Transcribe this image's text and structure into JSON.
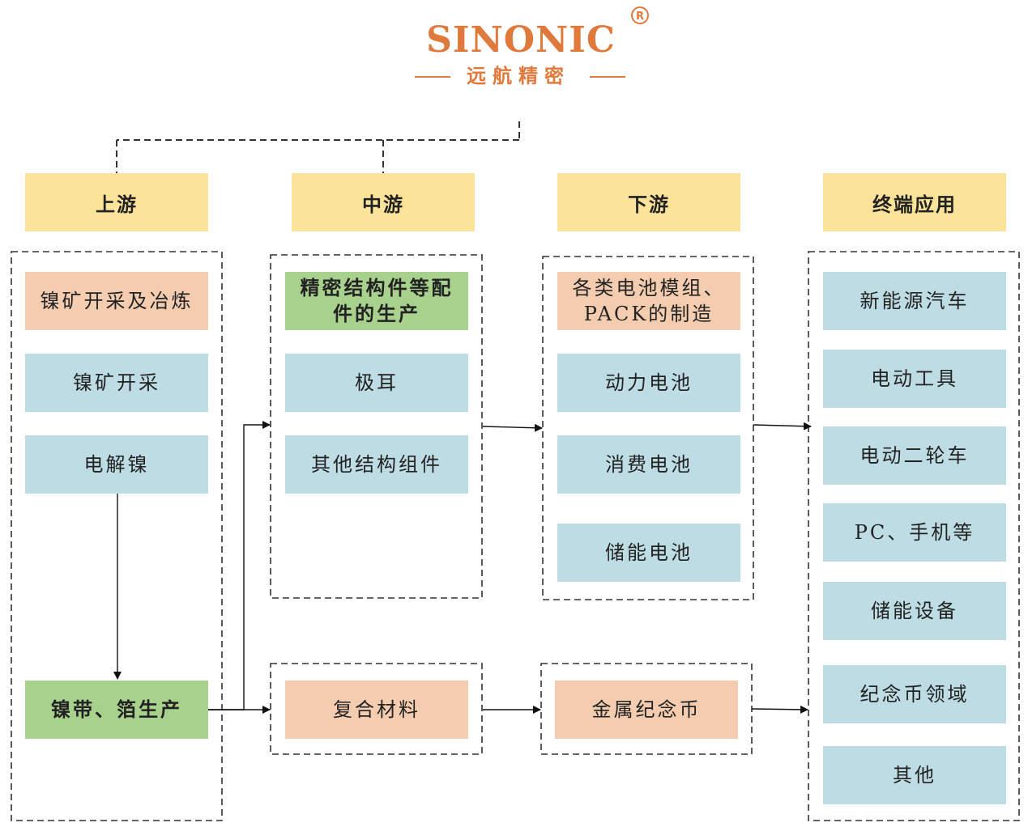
{
  "logo": {
    "brand": "SINONIC",
    "registered": "R",
    "subtitle": "远航精密"
  },
  "headers": {
    "upstream": "上游",
    "midstream": "中游",
    "downstream": "下游",
    "terminal": "终端应用"
  },
  "upstream": {
    "mining_smelting": "镍矿开采及冶炼",
    "mining": "镍矿开采",
    "electrolytic_nickel": "电解镍",
    "strip_foil": "镍带、箔生产"
  },
  "midstream": {
    "precision_parts": "精密结构件等配件的生产",
    "tab": "极耳",
    "other_components": "其他结构组件",
    "composite": "复合材料"
  },
  "downstream": {
    "pack_manufacturing": "各类电池模组、PACK的制造",
    "power_battery": "动力电池",
    "consumer_battery": "消费电池",
    "storage_battery": "储能电池",
    "coin": "金属纪念币"
  },
  "terminal": {
    "items": [
      "新能源汽车",
      "电动工具",
      "电动二轮车",
      "PC、手机等",
      "储能设备",
      "纪念币领域",
      "其他"
    ]
  },
  "colors": {
    "header": "#fbe49a",
    "blue": "#bddce4",
    "peach": "#f4ccb0",
    "green": "#a9d18e",
    "brand": "#e07a3c"
  }
}
